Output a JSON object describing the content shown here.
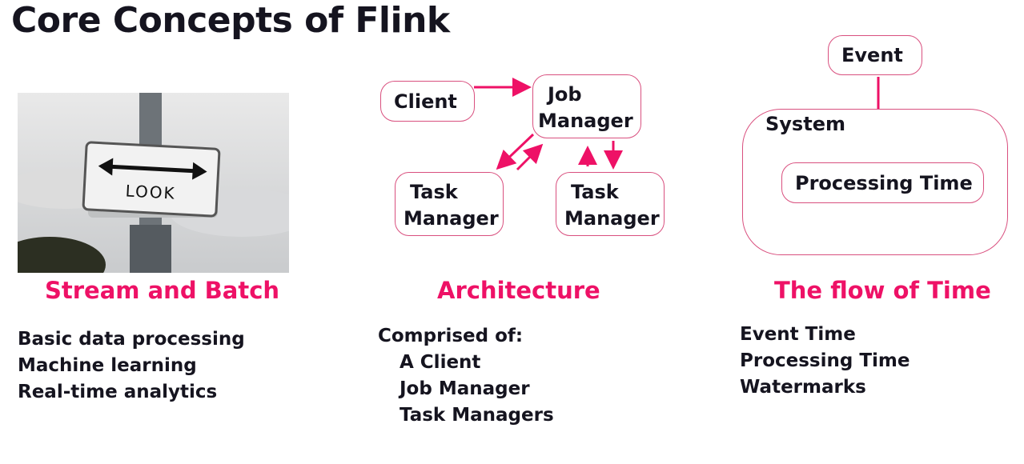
{
  "title": "Core Concepts of Flink",
  "accent_color": "#ee1166",
  "columns": [
    {
      "heading": "Stream and Batch",
      "image": {
        "sign_text": "LOOK"
      },
      "items": [
        "Basic data processing",
        "Machine learning",
        "Real-time analytics"
      ]
    },
    {
      "heading": "Architecture",
      "diagram": {
        "client": "Client",
        "job_manager": [
          "Job",
          "Manager"
        ],
        "task_manager_1": [
          "Task",
          "Manager"
        ],
        "task_manager_2": [
          "Task",
          "Manager"
        ]
      },
      "intro": "Comprised of:",
      "items": [
        "A Client",
        "Job Manager",
        "Task Managers"
      ]
    },
    {
      "heading": "The flow of Time",
      "diagram": {
        "event": "Event",
        "system": "System",
        "processing_time": "Processing Time"
      },
      "items": [
        "Event Time",
        "Processing Time",
        "Watermarks"
      ]
    }
  ]
}
